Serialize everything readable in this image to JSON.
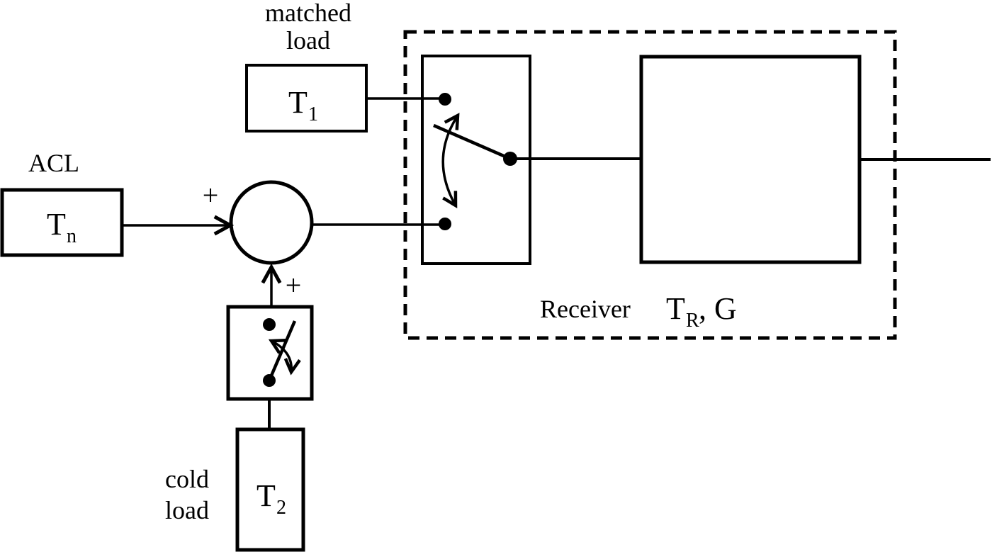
{
  "figure": {
    "type": "block-diagram",
    "background": "#ffffff",
    "line_color": "#000000",
    "labels": {
      "matched_load": [
        "matched",
        "load"
      ],
      "acl": "ACL",
      "cold_load": [
        "cold",
        "load"
      ],
      "receiver": "Receiver",
      "plus_top": "+",
      "plus_bottom": "+"
    },
    "symbols": {
      "t1": {
        "base": "T",
        "sub": "1"
      },
      "tn": {
        "base": "T",
        "sub": "n"
      },
      "t2": {
        "base": "T",
        "sub": "2"
      },
      "tr": {
        "base": "T",
        "sub": "R",
        "suffix": ", G"
      }
    }
  }
}
